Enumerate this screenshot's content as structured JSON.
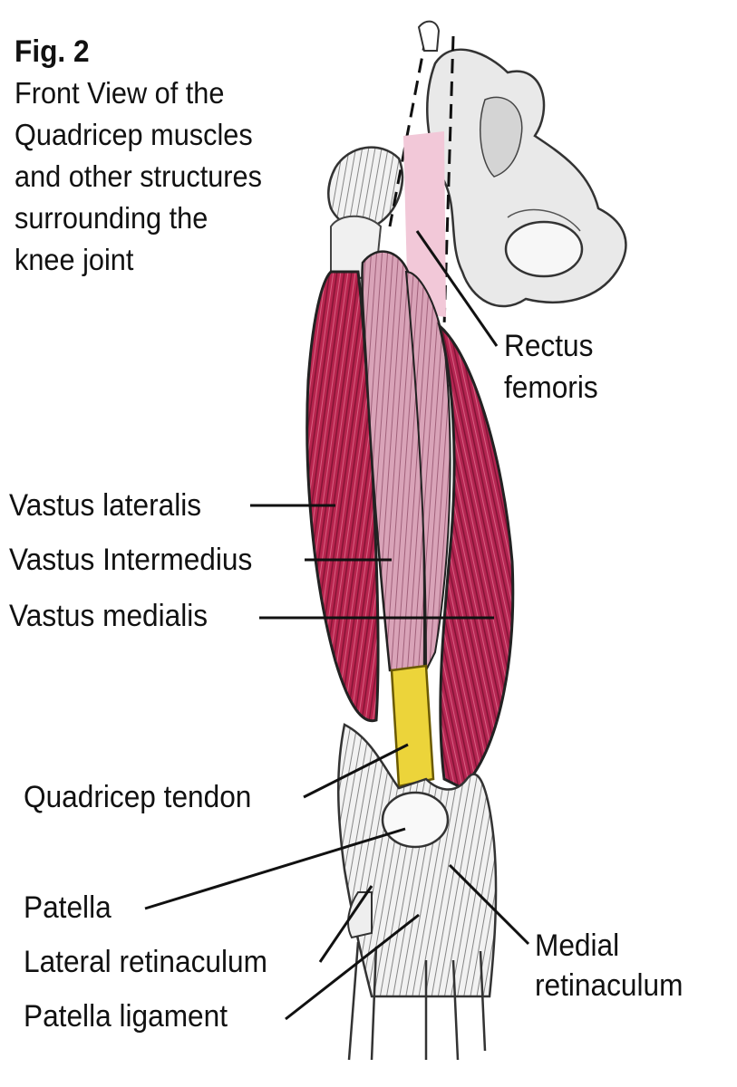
{
  "figure": {
    "fig_number": "Fig. 2",
    "caption_lines": [
      "Front View of the",
      "Quadricep muscles",
      "and other structures",
      "surrounding the",
      "knee joint"
    ]
  },
  "labels": {
    "rectus_femoris": [
      "Rectus",
      "femoris"
    ],
    "vastus_lateralis": "Vastus lateralis",
    "vastus_intermedius": "Vastus Intermedius",
    "vastus_medialis": "Vastus medialis",
    "quadricep_tendon": "Quadricep tendon",
    "patella": "Patella",
    "lateral_retinaculum": "Lateral retinaculum",
    "patella_ligament": "Patella ligament",
    "medial_retinaculum": [
      "Medial",
      "retinaculum"
    ]
  },
  "colors": {
    "muscle_red": "#b8244e",
    "muscle_pink": "#d9a3b8",
    "rectus_highlight": "#f2c8d8",
    "tendon_yellow": "#ecd43a",
    "bone_grey": "#e6e6e6",
    "line": "#111111"
  }
}
